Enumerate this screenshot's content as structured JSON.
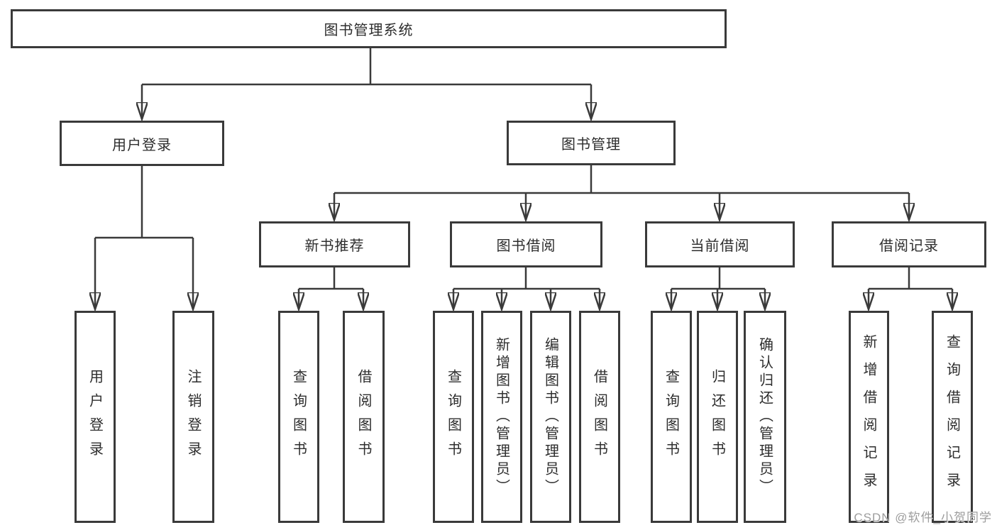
{
  "colors": {
    "background": "#ffffff",
    "line": "#3a3a3a",
    "box_border": "#3a3a3a",
    "text": "#2d2d2d",
    "watermark_text": "#9d9d9d"
  },
  "diagram": {
    "root": {
      "label": "图书管理系统"
    },
    "branches": [
      {
        "label": "用户登录",
        "children": [
          {
            "label": "用户登录"
          },
          {
            "label": "注销登录"
          }
        ]
      },
      {
        "label": "图书管理",
        "sections": [
          {
            "label": "新书推荐",
            "children": [
              {
                "label": "查询图书"
              },
              {
                "label": "借阅图书"
              }
            ]
          },
          {
            "label": "图书借阅",
            "children": [
              {
                "label": "查询图书"
              },
              {
                "label": "新增图书（管理员）"
              },
              {
                "label": "编辑图书（管理员）"
              },
              {
                "label": "借阅图书"
              }
            ]
          },
          {
            "label": "当前借阅",
            "children": [
              {
                "label": "查询图书"
              },
              {
                "label": "归还图书"
              },
              {
                "label": "确认归还（管理员）"
              }
            ]
          },
          {
            "label": "借阅记录",
            "children": [
              {
                "label": "新增借阅记录"
              },
              {
                "label": "查询借阅记录"
              }
            ]
          }
        ]
      }
    ]
  },
  "watermark": {
    "text": "CSDN @软件_小贺同学"
  }
}
